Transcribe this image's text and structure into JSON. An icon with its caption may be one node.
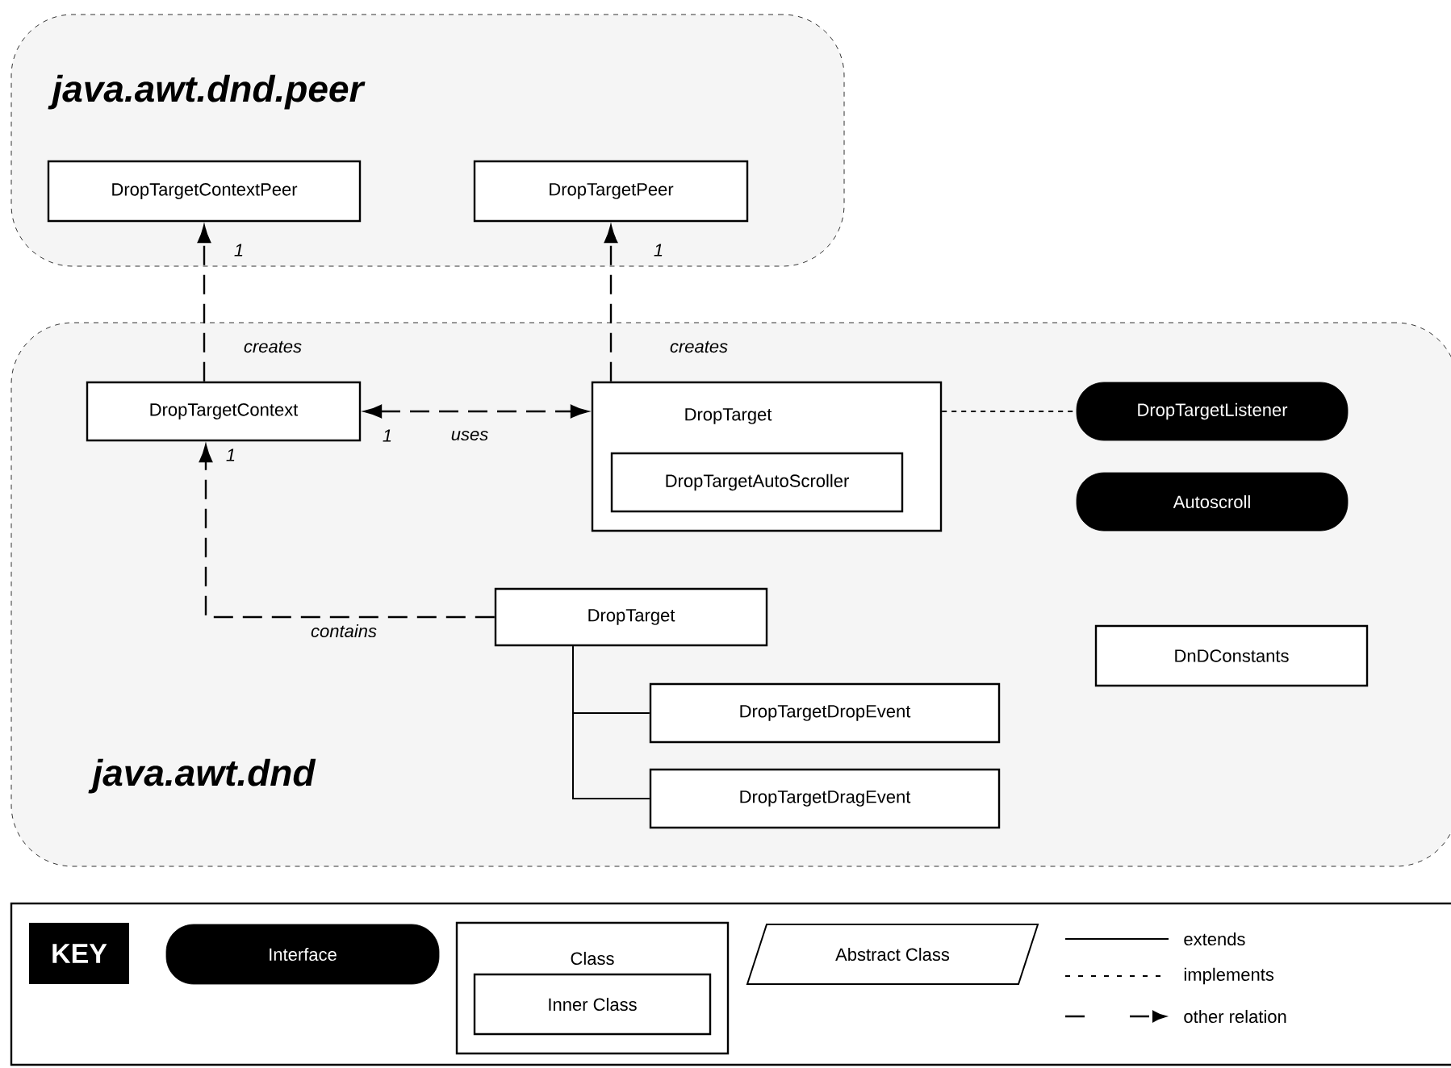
{
  "diagram": {
    "nodes": [
      {
        "text": [
          "java.awt.dnd.peer"
        ]
      },
      {
        "text": [
          "DropTargetContextPeer"
        ],
        "in": 0
      },
      {
        "text": [
          "DropTargetPeer"
        ],
        "in": 0
      },
      {
        "text": [
          "java.awt.dnd"
        ]
      },
      {
        "text": [
          "DropTargetContext"
        ],
        "in": 3
      },
      {
        "text": [
          "DropTarget"
        ],
        "in": 3
      },
      {
        "text": [
          "DropTargetAutoScroller"
        ],
        "in": 5
      },
      {
        "text": [
          "DropTargetListener"
        ],
        "in": 3
      },
      {
        "text": [
          "Autoscroll"
        ],
        "in": 3
      },
      {
        "text": [
          "DropTarget"
        ],
        "in": 3
      },
      {
        "text": [
          "DnDConstants"
        ],
        "in": 3
      },
      {
        "text": [
          "DropTargetDropEvent"
        ],
        "in": 3
      },
      {
        "text": [
          "DropTargetDragEvent"
        ],
        "in": 3
      },
      {
        "text": [],
        "shape": "box"
      },
      {
        "text": [
          "KEY"
        ],
        "in": 13
      },
      {
        "text": [
          "Interface"
        ],
        "in": 13
      },
      {
        "text": [
          "Class"
        ],
        "in": 13
      },
      {
        "text": [
          "Inner Class"
        ],
        "in": 16
      },
      {
        "text": [
          "Abstract Class"
        ],
        "in": 13
      }
    ],
    "edges": [
      {
        "from": 4,
        "to": 1,
        "arrow": "to",
        "label": "creates",
        "style": "dashed"
      },
      {
        "from": 5,
        "to": 2,
        "arrow": "to",
        "label": "creates",
        "style": "dashed"
      },
      {
        "from": 4,
        "to": 5,
        "arrow": "both",
        "label": "uses",
        "style": "dashed"
      },
      {
        "from": 5,
        "to": 7,
        "arrow": "none",
        "style": "dashed"
      },
      {
        "from": 9,
        "to": 4,
        "arrow": "to",
        "label": "contains",
        "style": "dashed"
      },
      {
        "from": 11,
        "to": 9,
        "arrow": "none"
      },
      {
        "from": 12,
        "to": 9,
        "arrow": "none"
      }
    ],
    "labels": [
      "1",
      "1",
      "1",
      "1"
    ],
    "legend": [
      {
        "text": "extends"
      },
      {
        "text": "implements"
      },
      {
        "text": "other relation"
      }
    ]
  }
}
